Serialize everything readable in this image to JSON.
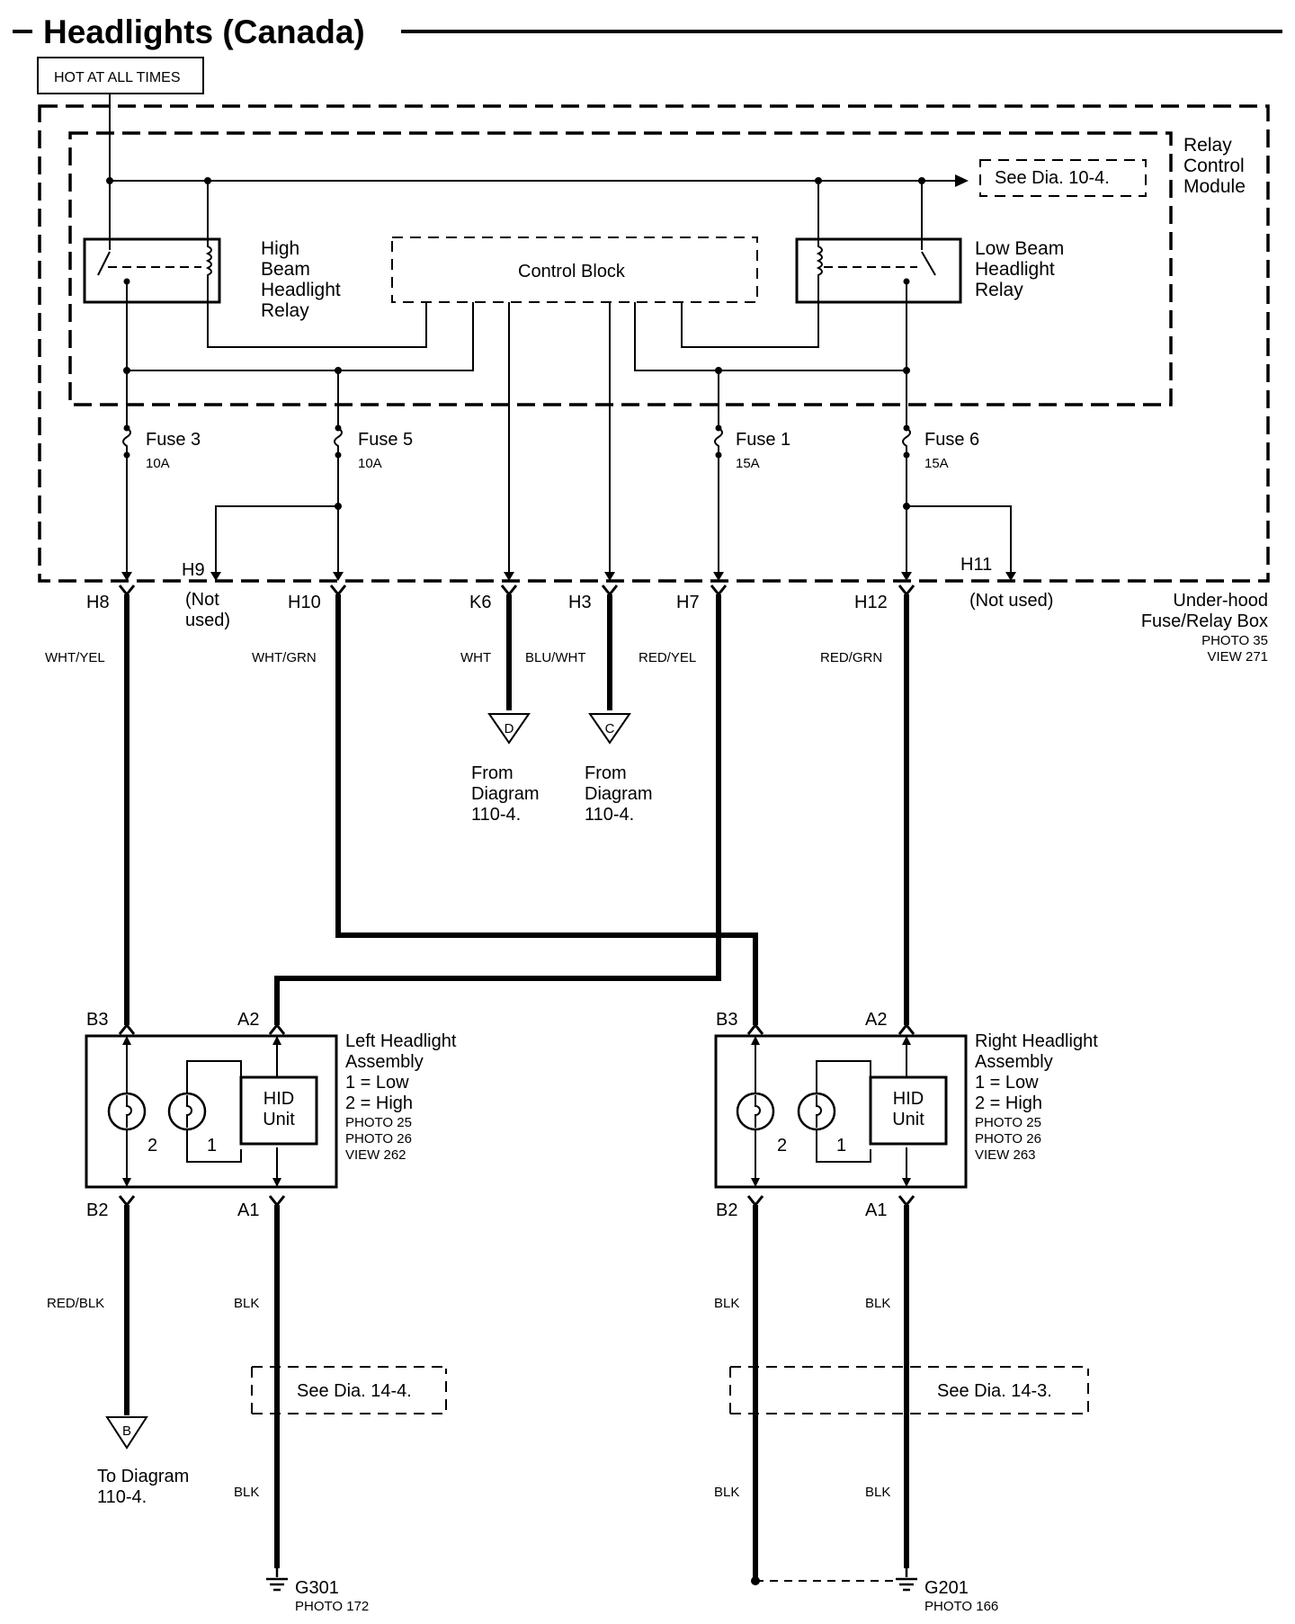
{
  "title": "Headlights (Canada)",
  "hot_label": "HOT AT ALL TIMES",
  "relay_module": {
    "line1": "Relay",
    "line2": "Control",
    "line3": "Module"
  },
  "see_dia_top": "See Dia. 10-4.",
  "high_relay": {
    "line1": "High",
    "line2": "Beam",
    "line3": "Headlight",
    "line4": "Relay"
  },
  "low_relay": {
    "line1": "Low Beam",
    "line2": "Headlight",
    "line3": "Relay"
  },
  "control_block": "Control Block",
  "fuses": [
    {
      "name": "Fuse 3",
      "rating": "10A"
    },
    {
      "name": "Fuse 5",
      "rating": "10A"
    },
    {
      "name": "Fuse 1",
      "rating": "15A"
    },
    {
      "name": "Fuse 6",
      "rating": "15A"
    }
  ],
  "connectors": {
    "h9": "H9",
    "h11": "H11",
    "h8": "H8",
    "h10": "H10",
    "k6": "K6",
    "h3": "H3",
    "h7": "H7",
    "h12": "H12"
  },
  "not_used": {
    "h9_line1": "(Not",
    "h9_line2": "used)",
    "h11": "(Not used)"
  },
  "fuse_box": {
    "line1": "Under-hood",
    "line2": "Fuse/Relay Box",
    "photo": "PHOTO 35",
    "view": "VIEW 271"
  },
  "wires": {
    "h8": "WHT/YEL",
    "h10": "WHT/GRN",
    "k6": "WHT",
    "h3": "BLU/WHT",
    "h7": "RED/YEL",
    "h12": "RED/GRN"
  },
  "from_d": {
    "letter": "D",
    "line1": "From",
    "line2": "Diagram",
    "line3": "110-4."
  },
  "from_c": {
    "letter": "C",
    "line1": "From",
    "line2": "Diagram",
    "line3": "110-4."
  },
  "left_headlight": {
    "line1": "Left Headlight",
    "line2": "Assembly",
    "line3": "1 = Low",
    "line4": "2 = High",
    "photo1": "PHOTO 25",
    "photo2": "PHOTO 26",
    "view": "VIEW 262",
    "b3": "B3",
    "a2": "A2",
    "b2": "B2",
    "a1": "A1",
    "hid1": "HID",
    "hid2": "Unit",
    "num2": "2",
    "num1": "1"
  },
  "right_headlight": {
    "line1": "Right Headlight",
    "line2": "Assembly",
    "line3": "1 = Low",
    "line4": "2 = High",
    "photo1": "PHOTO 25",
    "photo2": "PHOTO 26",
    "view": "VIEW 263",
    "b3": "B3",
    "a2": "A2",
    "b2": "B2",
    "a1": "A1",
    "hid1": "HID",
    "hid2": "Unit",
    "num2": "2",
    "num1": "1"
  },
  "lower_wires": {
    "red_blk": "RED/BLK",
    "blk": "BLK"
  },
  "see_dia_14_4": "See Dia. 14-4.",
  "see_dia_14_3": "See Dia. 14-3.",
  "to_b": {
    "letter": "B",
    "line1": "To Diagram",
    "line2": "110-4."
  },
  "g301": {
    "name": "G301",
    "photo": "PHOTO 172"
  },
  "g201": {
    "name": "G201",
    "photo": "PHOTO 166"
  }
}
